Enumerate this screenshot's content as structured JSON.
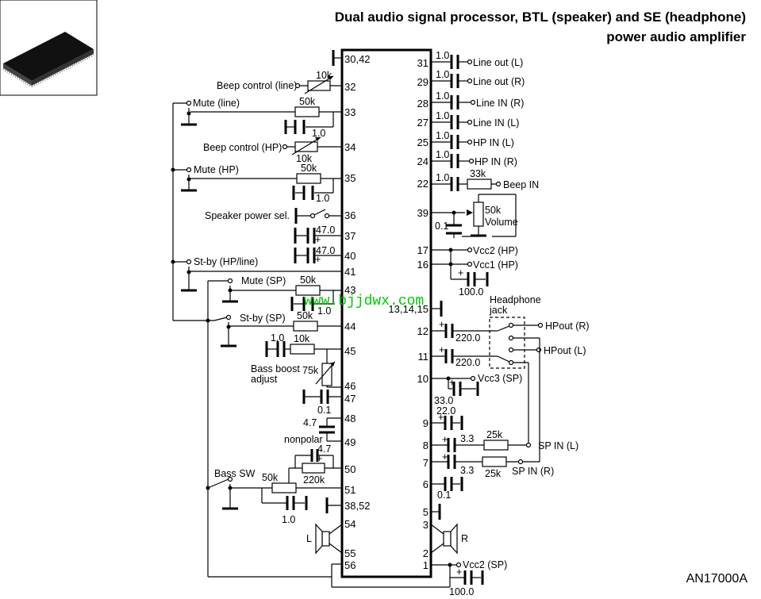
{
  "title_line1": "Dual audio signal processor, BTL (speaker) and SE (headphone)",
  "title_line2": "power audio amplifier",
  "part_number": "AN17000A",
  "watermark": "www.bjjdwx.com",
  "chip_icon": "ic-package-icon",
  "left_pins": [
    "30,42",
    "32",
    "33",
    "34",
    "35",
    "36",
    "37",
    "40",
    "41",
    "43",
    "44",
    "45",
    "46",
    "47",
    "48",
    "49",
    "50",
    "51",
    "38,52",
    "54",
    "55",
    "56"
  ],
  "right_pins": [
    "31",
    "29",
    "28",
    "27",
    "25",
    "24",
    "22",
    "39",
    "17",
    "16",
    "13,14,15",
    "12",
    "11",
    "10",
    "9",
    "8",
    "7",
    "6",
    "5",
    "3",
    "2",
    "1"
  ],
  "left_labels": {
    "beep_line": "Beep control (line)",
    "mute_line": "Mute (line)",
    "beep_hp": "Beep control (HP)",
    "mute_hp": "Mute (HP)",
    "spk_sel": "Speaker power sel.",
    "stby_hpline": "St-by (HP/line)",
    "mute_sp": "Mute (SP)",
    "stby_sp": "St-by (SP)",
    "bass_boost": "Bass boost",
    "adjust": "adjust",
    "nonpolar": "nonpolar",
    "bass_sw": "Bass SW",
    "spk_l": "L"
  },
  "right_labels": {
    "line_out_l": "Line out (L)",
    "line_out_r": "Line out (R)",
    "line_in_r": "Line IN (R)",
    "line_in_l": "Line IN (L)",
    "hp_in_l": "HP IN (L)",
    "hp_in_r": "HP IN (R)",
    "beep_in": "Beep IN",
    "volume": "Volume",
    "vcc2_hp": "Vcc2 (HP)",
    "vcc1_hp": "Vcc1 (HP)",
    "headphone": "Headphone",
    "jack": "jack",
    "hpout_r": "HPout (R)",
    "hpout_l": "HPout (L)",
    "vcc3_sp": "Vcc3 (SP)",
    "sp_in_l": "SP IN (L)",
    "sp_in_r": "SP IN (R)",
    "spk_r": "R",
    "vcc2_sp": "Vcc2 (SP)"
  },
  "values": {
    "r_10k_a": "10k",
    "r_50k_a": "50k",
    "c_1_0_a": "1.0",
    "r_10k_b": "10k",
    "r_50k_b": "50k",
    "c_1_0_b": "1.0",
    "c_47_a": "47.0",
    "c_47_b": "47.0",
    "r_50k_c": "50k",
    "c_1_0_c": "1.0",
    "r_50k_d": "50k",
    "c_1_0_d": "1.0",
    "r_10k_c": "10k",
    "r_75k": "75k",
    "c_0_1_a": "0.1",
    "c_4_7_a": "4.7",
    "c_4_7_b": "4.7",
    "r_50k_e": "50k",
    "r_220k": "220k",
    "c_1_0_e": "1.0",
    "c_1_0_r1": "1.0",
    "c_1_0_r2": "1.0",
    "c_1_0_r3": "1.0",
    "c_1_0_r4": "1.0",
    "c_1_0_r5": "1.0",
    "c_1_0_r6": "1.0",
    "c_1_0_r7": "1.0",
    "r_33k": "33k",
    "r_50k_vol": "50k",
    "c_0_1_b": "0.1",
    "c_100_a": "100.0",
    "c_220_a": "220.0",
    "c_220_b": "220.0",
    "c_33": "33.0",
    "c_22": "22.0",
    "c_3_3_a": "3.3",
    "r_25k_a": "25k",
    "c_3_3_b": "3.3",
    "r_25k_b": "25k",
    "c_0_1_c": "0.1",
    "c_100_b": "100.0"
  }
}
